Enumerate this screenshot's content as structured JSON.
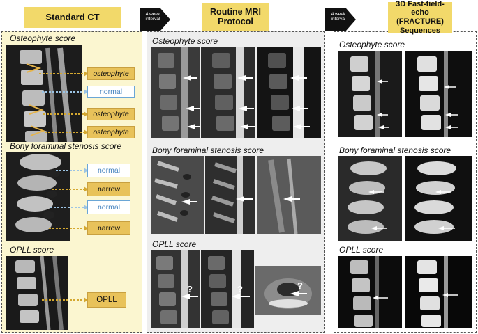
{
  "headers": {
    "ct": "Standard CT",
    "mri": "Routine MRI Protocol",
    "ffe": "3D Fast-field-echo (FRACTURE) Sequences"
  },
  "interval_label": "4 week interval",
  "sections": {
    "osteophyte": "Osteophyte score",
    "bony": "Bony foraminal stenosis score",
    "opll": "OPLL score"
  },
  "ct_labels": {
    "osteophyte": [
      "osteophyte",
      "normal",
      "osteophyte",
      "osteophyte"
    ],
    "bony": [
      "normal",
      "narrow",
      "normal",
      "narrow"
    ],
    "opll": "OPLL"
  },
  "question_mark": "?",
  "colors": {
    "header_bg": "#f2d96a",
    "ct_panel_bg": "#fbf6d0",
    "mri_panel_bg": "#eeeeee",
    "gold_label": "#e8c25a",
    "blue_label_border": "#6aa6d6",
    "arrow_white": "#ffffff"
  }
}
